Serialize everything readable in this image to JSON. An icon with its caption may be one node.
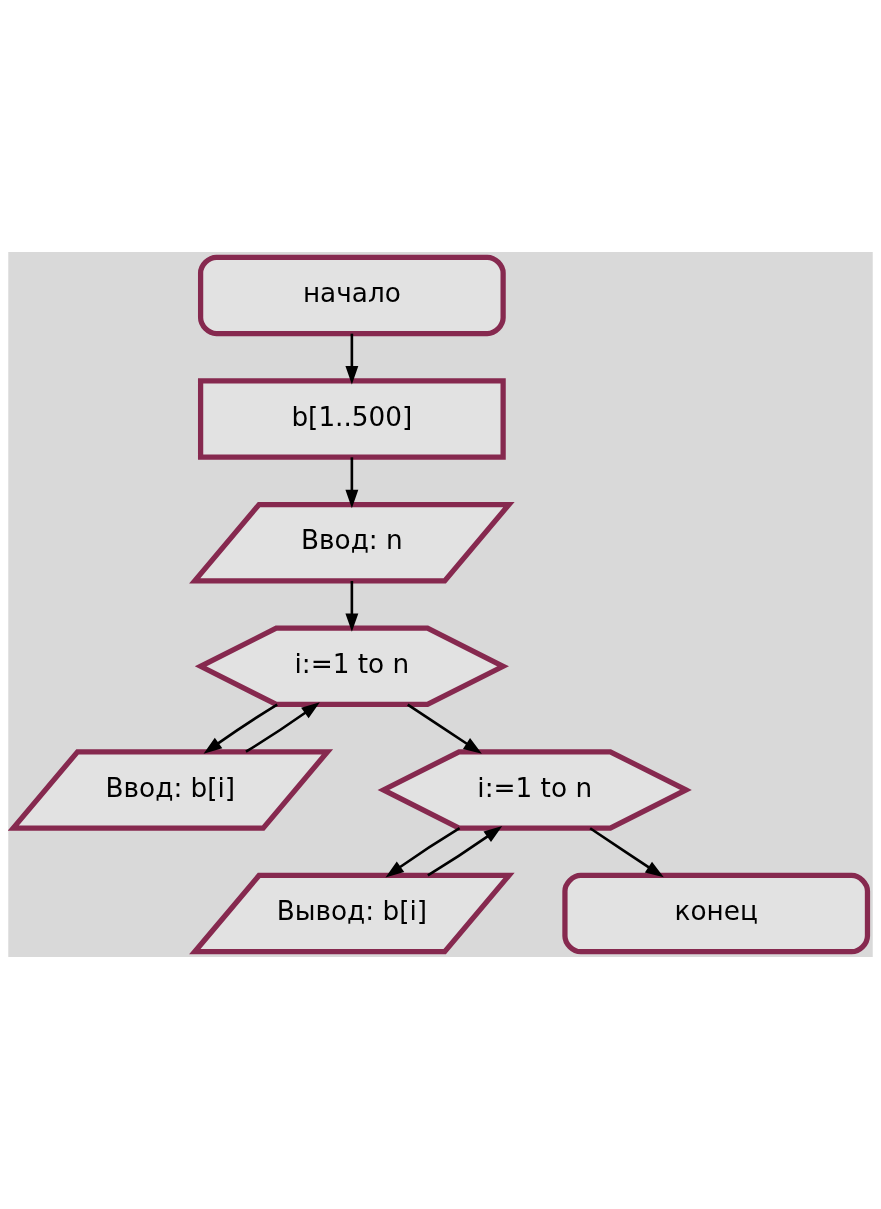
{
  "diagram": {
    "nodes": [
      {
        "text": [
          "начало"
        ]
      },
      {
        "text": [
          "b[1..500]"
        ]
      },
      {
        "text": [
          "Ввод: n"
        ]
      },
      {
        "text": [
          "i:=1 to n"
        ]
      },
      {
        "text": [
          "Ввод: b[i]"
        ]
      },
      {
        "text": [
          "i:=1 to n"
        ]
      },
      {
        "text": [
          "Вывод: b[i]"
        ]
      },
      {
        "text": [
          "конец"
        ]
      }
    ],
    "edges": [
      {
        "from": 0,
        "to": 1,
        "arrow": "to"
      },
      {
        "from": 1,
        "to": 2,
        "arrow": "to"
      },
      {
        "from": 2,
        "to": 3,
        "arrow": "to"
      },
      {
        "from": 3,
        "to": 4,
        "arrow": "to"
      },
      {
        "from": 4,
        "to": 3,
        "arrow": "to"
      },
      {
        "from": 3,
        "to": 5,
        "arrow": "to"
      },
      {
        "from": 5,
        "to": 6,
        "arrow": "to"
      },
      {
        "from": 6,
        "to": 5,
        "arrow": "to"
      },
      {
        "from": 5,
        "to": 7,
        "arrow": "to"
      }
    ]
  }
}
